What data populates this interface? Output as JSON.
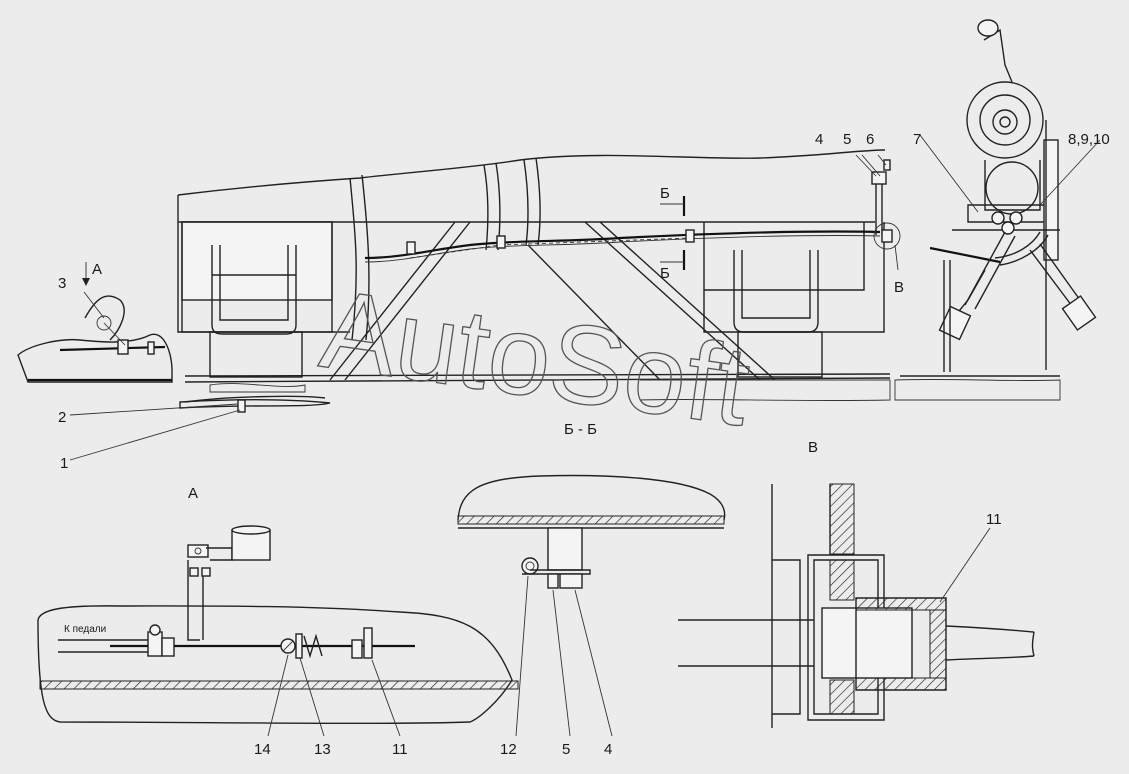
{
  "watermark": "AutoSoft",
  "labels": {
    "n1": "1",
    "n2": "2",
    "n3": "3",
    "n4": "4",
    "n5": "5",
    "n6": "6",
    "n7": "7",
    "n8_9_10": "8,9,10",
    "n11": "11",
    "n12": "12",
    "n13": "13",
    "n14": "14",
    "view_a": "А",
    "section_b_mark": "Б",
    "section_b": "Б - Б",
    "view_v": "В"
  },
  "detail_a": {
    "title": "А",
    "pedal_note": "К педали",
    "callouts": [
      "14",
      "13",
      "11"
    ]
  },
  "detail_b": {
    "callouts": [
      "12",
      "5",
      "4"
    ]
  },
  "detail_v": {
    "callouts": [
      "11"
    ]
  }
}
